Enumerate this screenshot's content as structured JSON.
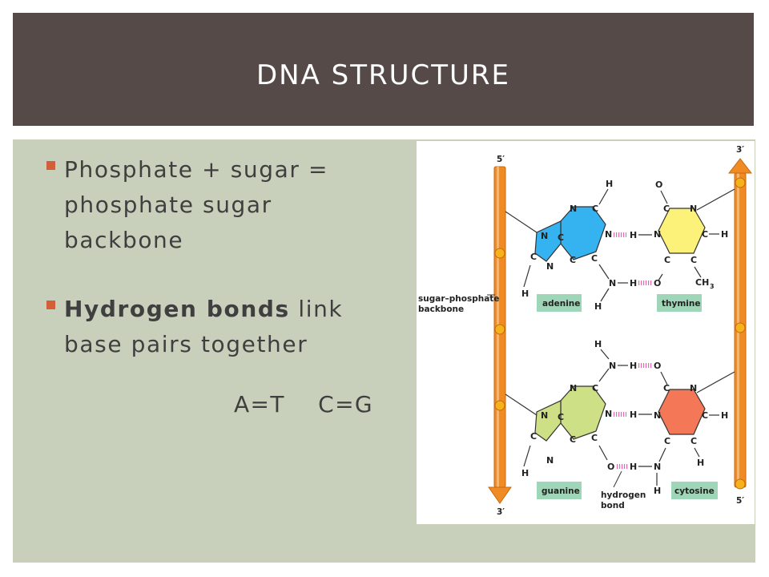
{
  "slide": {
    "title": "DNA STRUCTURE"
  },
  "bullets": [
    {
      "bold": "",
      "rest": "Phosphate + sugar = phosphate sugar backbone"
    },
    {
      "bold": "Hydrogen bonds",
      "rest": " link base pairs together"
    }
  ],
  "pairs_line": "A=T    C=G",
  "diagram": {
    "strand_left_top": "5′",
    "strand_left_bottom": "3′",
    "strand_right_top": "3′",
    "strand_right_bottom": "5′",
    "backbone_label_line1": "sugar–phosphate",
    "backbone_label_line2": "backbone",
    "hbond_label_line1": "hydrogen",
    "hbond_label_line2": "bond",
    "bases": {
      "adenine": "adenine",
      "thymine": "thymine",
      "guanine": "guanine",
      "cytosine": "cytosine"
    },
    "methyl": "CH",
    "methyl_sub": "3",
    "colors": {
      "backbone": "#f08a24",
      "adenine": "#35b3f1",
      "thymine": "#fcf27a",
      "guanine": "#cde085",
      "cytosine": "#f47858",
      "hbond": "#e36ab0",
      "label_box": "#9fd6b8",
      "title_bar": "#554a48",
      "panel": "#c8d0bb",
      "bullet": "#d45e3a"
    }
  }
}
